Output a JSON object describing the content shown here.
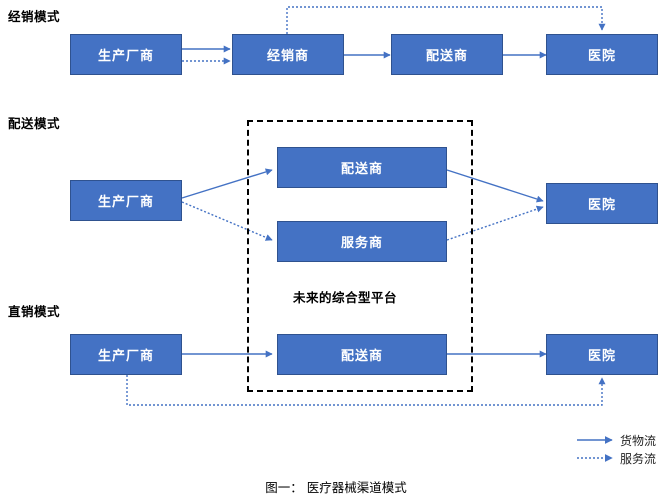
{
  "figure": {
    "caption": "图一： 医疗器械渠道模式",
    "colors": {
      "node_fill": "#4472C4",
      "node_border": "#2F528F",
      "goods_flow": "#4472C4",
      "service_flow": "#4472C4",
      "platform_border": "#000000"
    }
  },
  "sections": [
    {
      "key": "distribution",
      "label": "经销模式"
    },
    {
      "key": "delivery",
      "label": "配送模式"
    },
    {
      "key": "direct",
      "label": "直销模式"
    }
  ],
  "platform": {
    "label": "未来的综合型平台"
  },
  "nodes": {
    "row1": [
      {
        "name": "manufacturer",
        "label": "生产厂商"
      },
      {
        "name": "distributor",
        "label": "经销商"
      },
      {
        "name": "deliverer",
        "label": "配送商"
      },
      {
        "name": "hospital",
        "label": "医院"
      }
    ],
    "row2": [
      {
        "name": "manufacturer",
        "label": "生产厂商"
      },
      {
        "name": "deliverer",
        "label": "配送商"
      },
      {
        "name": "service-provider",
        "label": "服务商"
      },
      {
        "name": "hospital",
        "label": "医院"
      }
    ],
    "row3": [
      {
        "name": "manufacturer",
        "label": "生产厂商"
      },
      {
        "name": "deliverer",
        "label": "配送商"
      },
      {
        "name": "hospital",
        "label": "医院"
      }
    ]
  },
  "legend": {
    "items": [
      {
        "name": "goods-flow",
        "label": "货物流",
        "style": "solid"
      },
      {
        "name": "service-flow",
        "label": "服务流",
        "style": "dotted"
      }
    ]
  }
}
